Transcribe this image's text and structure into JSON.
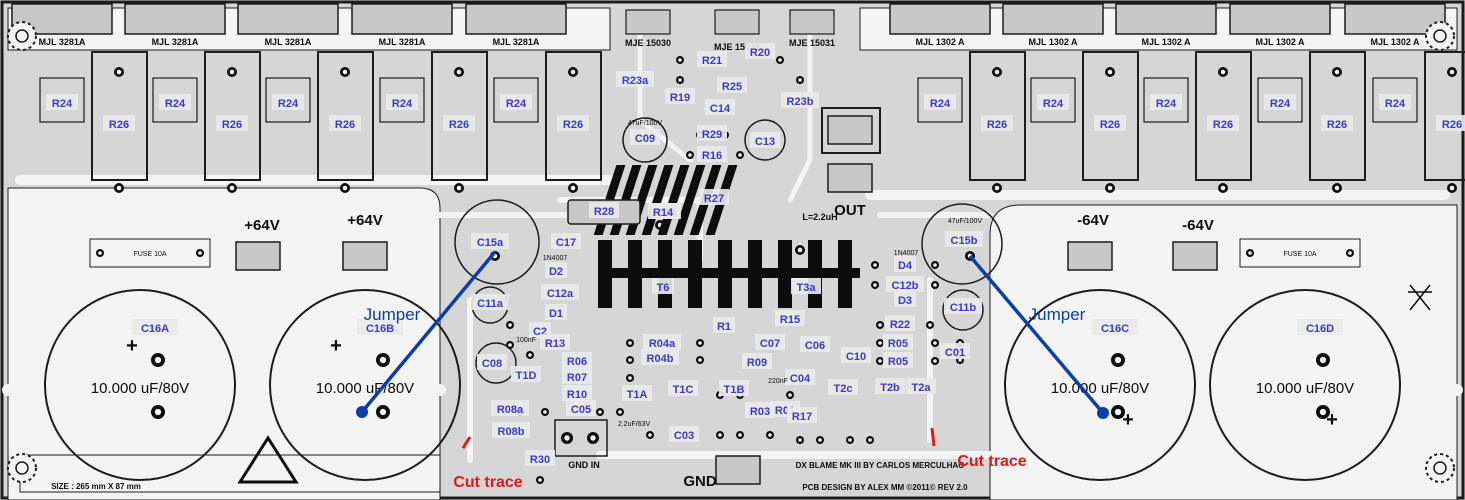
{
  "colors": {
    "board": "#d6d6d6",
    "trace": "#f4f4f4",
    "border": "#1c1c1c",
    "silk": "#0d0d0d",
    "label_bg": "#e9e9e9",
    "label_text": "#3b39c9",
    "jumper": "#0b3ea8",
    "cut": "#e01818"
  },
  "transistors_top_left": [
    "MJL 3281A",
    "MJL 3281A",
    "MJL 3281A",
    "MJL 3281A",
    "MJL 3281A"
  ],
  "transistors_top_right": [
    "MJL 1302 A",
    "MJL 1302 A",
    "MJL 1302 A",
    "MJL 1302 A",
    "MJL 1302 A"
  ],
  "driver_labels": [
    "MJE 15030",
    "MJE 15032",
    "MJE 15031"
  ],
  "output_resistors": {
    "r24": "R24",
    "r26": "R26"
  },
  "rail_labels": {
    "pos1": "+64V",
    "pos2": "+64V",
    "neg1": "-64V",
    "neg2": "-64V"
  },
  "fuse_label": "FUSE 10A",
  "big_caps": [
    {
      "name": "C16A",
      "value": "10.000 uF/80V"
    },
    {
      "name": "C16B",
      "value": "10.000 uF/80V"
    },
    {
      "name": "C16C",
      "value": "10.000 uF/80V"
    },
    {
      "name": "C16D",
      "value": "10.000 uF/80V"
    }
  ],
  "plus_sign": "+",
  "jumper_label": "Jumper",
  "cut_label": "Cut trace",
  "out_label": "OUT",
  "gnd_label": "GND",
  "gnd_in_label": "GND IN",
  "inductor_label": "L=2.2uH",
  "credits": {
    "line1": "DX BLAME MK III  BY  CARLOS MERCULHAO",
    "line2": "PCB DESIGN BY ALEX MM ©2011© REV 2.0",
    "size": "SIZE : 265 mm X 87 mm"
  },
  "component_labels": [
    "R23a",
    "R21",
    "R20",
    "R25",
    "R19",
    "R23b",
    "R14",
    "C14",
    "C09",
    "R29",
    "C13",
    "R16",
    "R28",
    "R14",
    "R27",
    "C15a",
    "C17",
    "D2",
    "C12a",
    "D1",
    "C11a",
    "C2",
    "T6",
    "C15b",
    "D4",
    "C12b",
    "D3",
    "C11b",
    "T3a",
    "R1",
    "R15",
    "R22",
    "R13",
    "R04a",
    "R06",
    "R04b",
    "C07",
    "C06",
    "R05",
    "C10",
    "R05",
    "C01",
    "C08",
    "T1D",
    "R07",
    "R09",
    "C04",
    "R10",
    "T1A",
    "T1C",
    "T1B",
    "T2c",
    "T2b",
    "T2a",
    "R08a",
    "C05",
    "R03",
    "R01",
    "R17",
    "R08b",
    "C03",
    "R30"
  ],
  "small_text": [
    "47uF/100V",
    "1N4007",
    "2.2uF/63V",
    "100nF",
    "220nF"
  ]
}
